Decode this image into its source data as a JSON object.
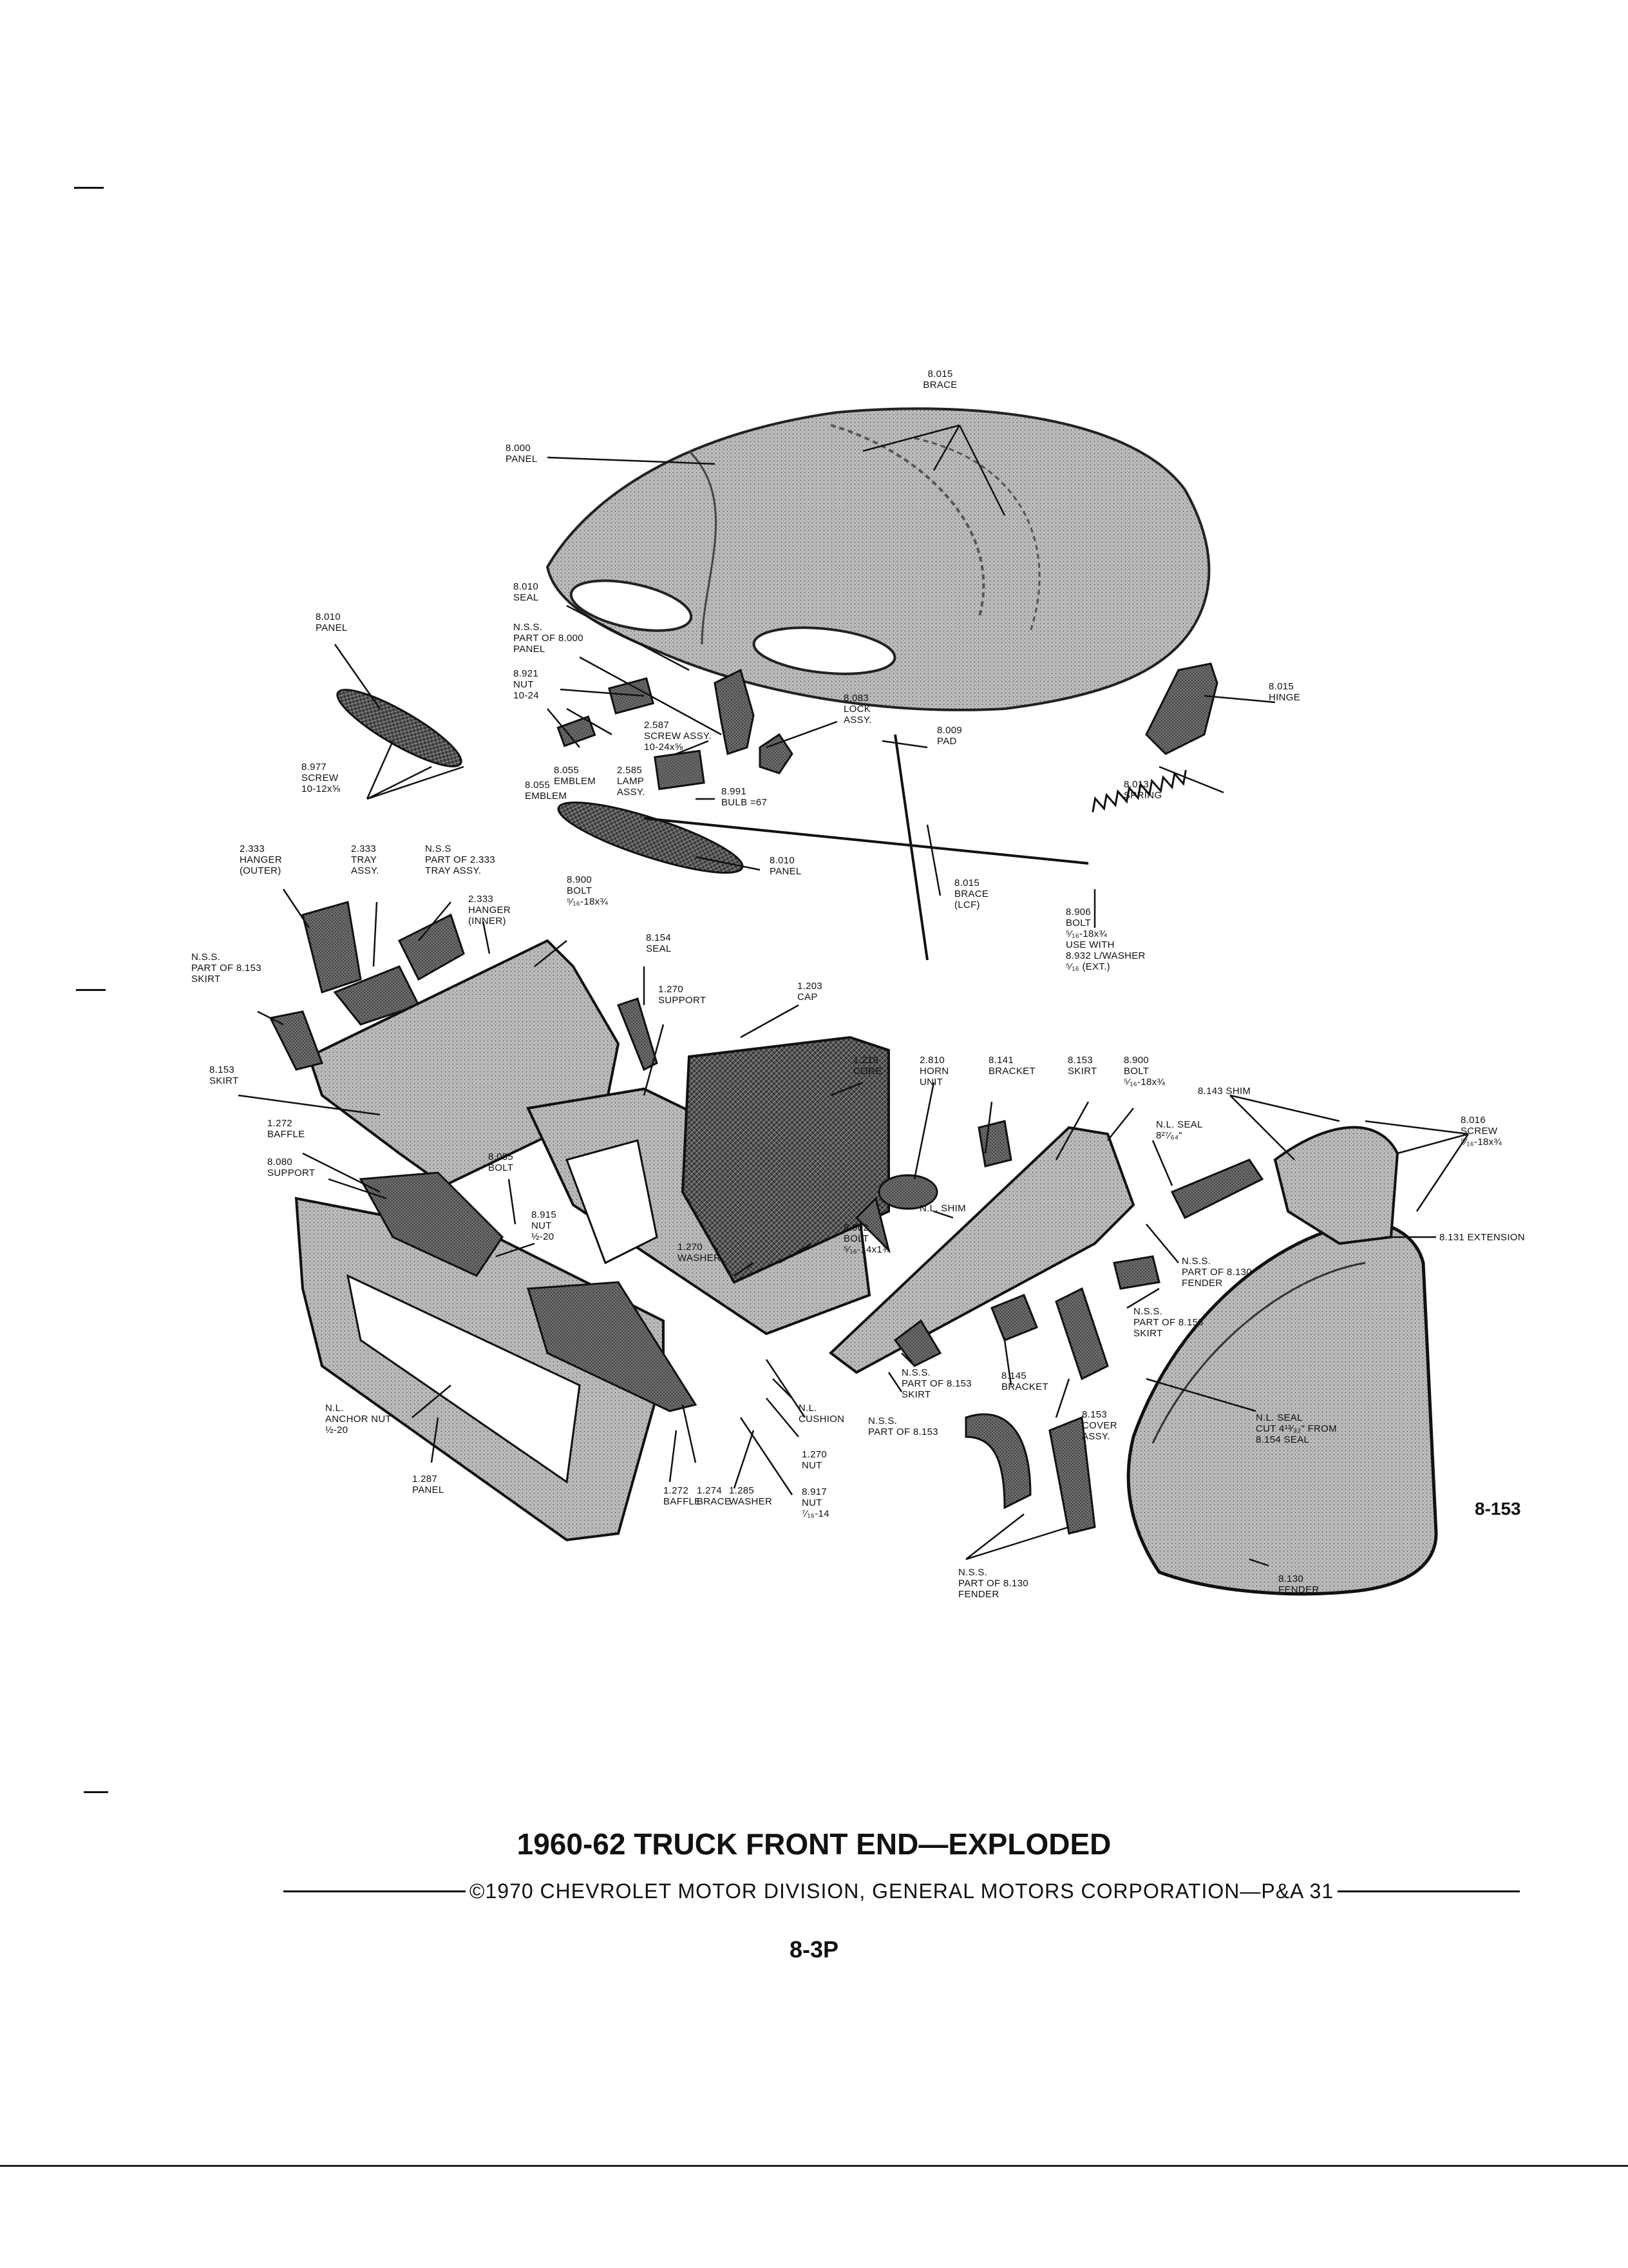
{
  "page": {
    "title": "1960-62 TRUCK FRONT END—EXPLODED",
    "copyright": "©1970 CHEVROLET MOTOR DIVISION, GENERAL MOTORS CORPORATION—P&A 31",
    "page_number": "8-3P",
    "figure_ref": "8-153"
  },
  "callouts": [
    {
      "id": "c01",
      "lines": [
        "8.015",
        "BRACE"
      ]
    },
    {
      "id": "c02",
      "lines": [
        "8.000",
        "PANEL"
      ]
    },
    {
      "id": "c03",
      "lines": [
        "8.010",
        "SEAL"
      ]
    },
    {
      "id": "c04",
      "lines": [
        "N.S.S.",
        "PART OF 8.000",
        "PANEL"
      ]
    },
    {
      "id": "c05",
      "lines": [
        "8.010",
        "PANEL"
      ]
    },
    {
      "id": "c06",
      "lines": [
        "8.921",
        "NUT",
        "10-24"
      ]
    },
    {
      "id": "c07",
      "lines": [
        "8.083",
        "LOCK",
        "ASSY."
      ]
    },
    {
      "id": "c08",
      "lines": [
        "8.015",
        "HINGE"
      ]
    },
    {
      "id": "c09",
      "lines": [
        "2.587",
        "SCREW ASSY.",
        "10-24x⅝"
      ]
    },
    {
      "id": "c10",
      "lines": [
        "8.009",
        "PAD"
      ]
    },
    {
      "id": "c11",
      "lines": [
        "8.977",
        "SCREW",
        "10-12x⅝"
      ]
    },
    {
      "id": "c12",
      "lines": [
        "8.055",
        "EMBLEM"
      ]
    },
    {
      "id": "c13",
      "lines": [
        "8.055",
        "EMBLEM"
      ]
    },
    {
      "id": "c14",
      "lines": [
        "2.585",
        "LAMP",
        "ASSY."
      ]
    },
    {
      "id": "c15",
      "lines": [
        "8.991",
        "BULB =67"
      ]
    },
    {
      "id": "c16",
      "lines": [
        "8.013",
        "SPRING"
      ]
    },
    {
      "id": "c17",
      "lines": [
        "2.333",
        "HANGER",
        "(OUTER)"
      ]
    },
    {
      "id": "c18",
      "lines": [
        "2.333",
        "TRAY",
        "ASSY."
      ]
    },
    {
      "id": "c19",
      "lines": [
        "N.S.S",
        "PART OF 2.333",
        "TRAY ASSY."
      ]
    },
    {
      "id": "c20",
      "lines": [
        "8.010",
        "PANEL"
      ]
    },
    {
      "id": "c21",
      "lines": [
        "8.900",
        "BOLT",
        "⁵⁄₁₆-18x¾"
      ]
    },
    {
      "id": "c22",
      "lines": [
        "2.333",
        "HANGER",
        "(INNER)"
      ]
    },
    {
      "id": "c23",
      "lines": [
        "8.015",
        "BRACE",
        "(LCF)"
      ]
    },
    {
      "id": "c24",
      "lines": [
        "8.906",
        "BOLT",
        "⁵⁄₁₆-18x¾",
        "USE WITH",
        "8.932 L/WASHER",
        "⁵⁄₁₆ (EXT.)"
      ]
    },
    {
      "id": "c25",
      "lines": [
        "N.S.S.",
        "PART OF 8.153",
        "SKIRT"
      ]
    },
    {
      "id": "c26",
      "lines": [
        "8.154",
        "SEAL"
      ]
    },
    {
      "id": "c27",
      "lines": [
        "1.270",
        "SUPPORT"
      ]
    },
    {
      "id": "c28",
      "lines": [
        "1.203",
        "CAP"
      ]
    },
    {
      "id": "c29",
      "lines": [
        "8.153",
        "SKIRT"
      ]
    },
    {
      "id": "c30",
      "lines": [
        "1.219",
        "CORE"
      ]
    },
    {
      "id": "c31",
      "lines": [
        "2.810",
        "HORN",
        "UNIT"
      ]
    },
    {
      "id": "c32",
      "lines": [
        "8.141",
        "BRACKET"
      ]
    },
    {
      "id": "c33",
      "lines": [
        "8.153",
        "SKIRT"
      ]
    },
    {
      "id": "c34",
      "lines": [
        "8.900",
        "BOLT",
        "⁵⁄₁₆-18x¾"
      ]
    },
    {
      "id": "c35",
      "lines": [
        "8.143 SHIM"
      ]
    },
    {
      "id": "c36",
      "lines": [
        "1.272",
        "BAFFLE"
      ]
    },
    {
      "id": "c37",
      "lines": [
        "8.016",
        "SCREW",
        "⁵⁄₁₆-18x¾"
      ]
    },
    {
      "id": "c38",
      "lines": [
        "8.080",
        "SUPPORT"
      ]
    },
    {
      "id": "c39",
      "lines": [
        "8.085",
        "BOLT"
      ]
    },
    {
      "id": "c40",
      "lines": [
        "N.L. SEAL",
        "8²⁷⁄₆₄\""
      ]
    },
    {
      "id": "c41",
      "lines": [
        "8.915",
        "NUT",
        "½-20"
      ]
    },
    {
      "id": "c42",
      "lines": [
        "N.L. SHIM"
      ]
    },
    {
      "id": "c43",
      "lines": [
        "8.131 EXTENSION"
      ]
    },
    {
      "id": "c44",
      "lines": [
        "8.902",
        "BOLT",
        "⁵⁄₁₆-14x1¾"
      ]
    },
    {
      "id": "c45",
      "lines": [
        "1.270",
        "WASHER"
      ]
    },
    {
      "id": "c46",
      "lines": [
        "N.S.S.",
        "PART OF 8.130",
        "FENDER"
      ]
    },
    {
      "id": "c47",
      "lines": [
        "N.S.S.",
        "PART OF 8.153",
        "SKIRT"
      ]
    },
    {
      "id": "c48",
      "lines": [
        "N.S.S.",
        "PART OF 8.153",
        "SKIRT"
      ]
    },
    {
      "id": "c49",
      "lines": [
        "8.145",
        "BRACKET"
      ]
    },
    {
      "id": "c50",
      "lines": [
        "N.L.",
        "ANCHOR NUT",
        "½-20"
      ]
    },
    {
      "id": "c51",
      "lines": [
        "N.L.",
        "CUSHION"
      ]
    },
    {
      "id": "c52",
      "lines": [
        "N.S.S.",
        "PART OF 8.153"
      ]
    },
    {
      "id": "c53",
      "lines": [
        "8.153",
        "COVER",
        "ASSY."
      ]
    },
    {
      "id": "c54",
      "lines": [
        "N.L. SEAL",
        "CUT 4¹³⁄₃₂\" FROM",
        "8.154 SEAL"
      ]
    },
    {
      "id": "c55",
      "lines": [
        "1.270",
        "NUT"
      ]
    },
    {
      "id": "c56",
      "lines": [
        "1.274",
        "BRACE"
      ]
    },
    {
      "id": "c57",
      "lines": [
        "1.287",
        "PANEL"
      ]
    },
    {
      "id": "c58",
      "lines": [
        "8.917",
        "NUT",
        "⁷⁄₁₆-14"
      ]
    },
    {
      "id": "c59",
      "lines": [
        "1.272",
        "BAFFLE"
      ]
    },
    {
      "id": "c60",
      "lines": [
        "1.285",
        "WASHER"
      ]
    },
    {
      "id": "c61",
      "lines": [
        "N.S.S.",
        "PART OF 8.130",
        "FENDER"
      ]
    },
    {
      "id": "c62",
      "lines": [
        "8.130",
        "FENDER"
      ]
    }
  ]
}
